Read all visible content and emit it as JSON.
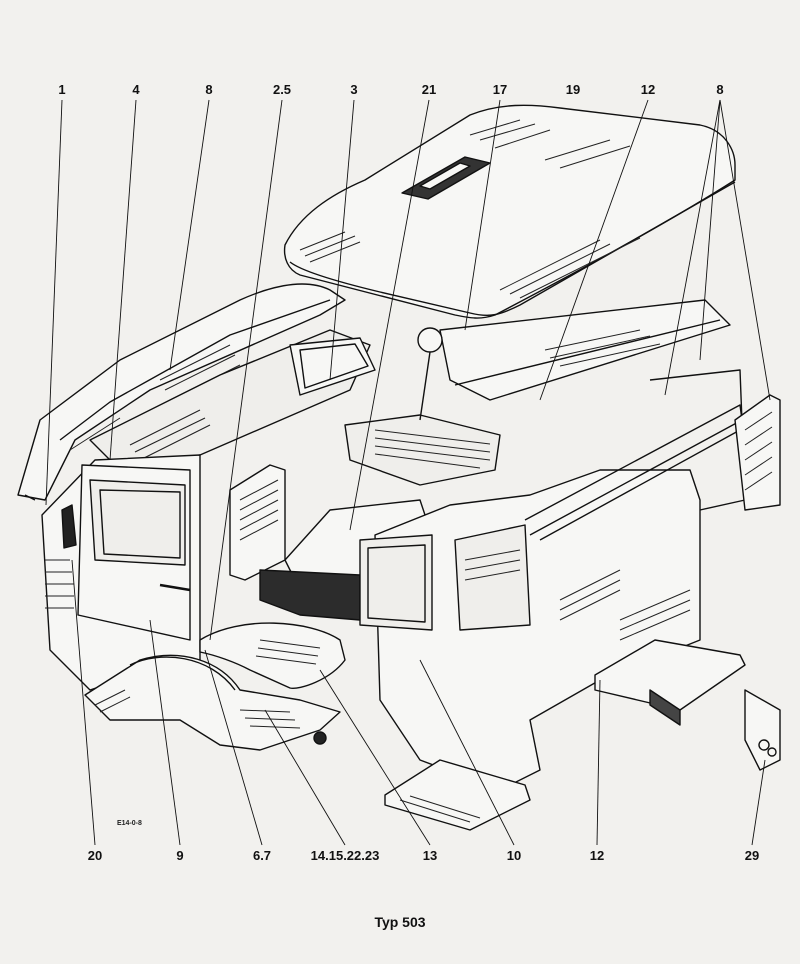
{
  "caption": "Typ 503",
  "drawing_code": "E14-0-8",
  "callouts_top": [
    "1",
    "4",
    "8",
    "2.5",
    "3",
    "21",
    "17",
    "19",
    "12",
    "8"
  ],
  "callouts_bottom": [
    "20",
    "9",
    "6.7",
    "14.15.22.23",
    "13",
    "10",
    "12",
    "29"
  ]
}
